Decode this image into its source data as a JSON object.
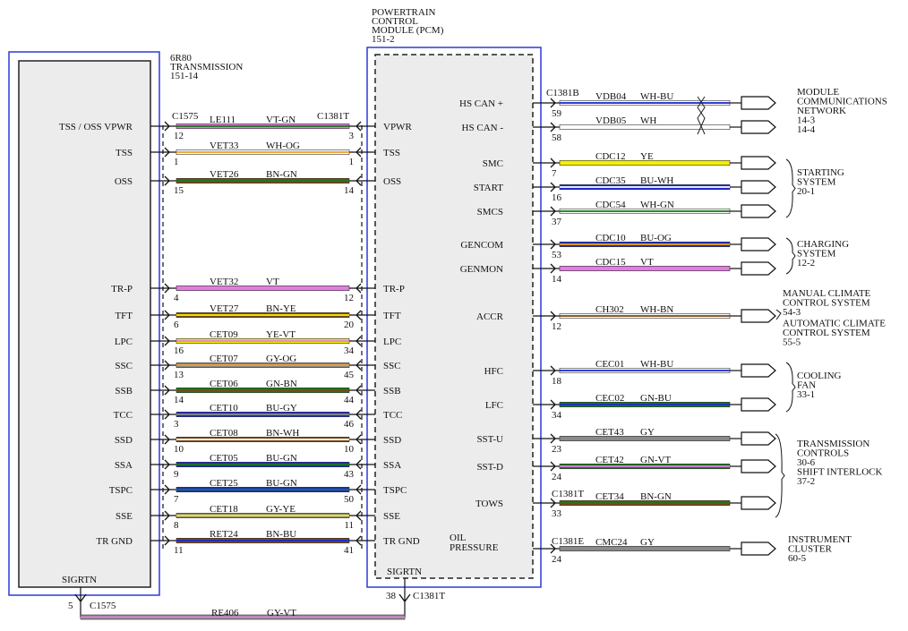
{
  "transmission": {
    "line1": "6R80",
    "line2": "TRANSMISSION",
    "line3": "151-14"
  },
  "pcm": {
    "line1": "POWERTRAIN",
    "line2": "CONTROL",
    "line3": "MODULE (PCM)",
    "line4": "151-2"
  },
  "connectors": {
    "left_top": "C1575",
    "right_top": "C1381T",
    "bottom_left_pin": "5",
    "bottom_left": "C1575",
    "bottom_right_pin": "38",
    "bottom_right": "C1381T",
    "hs_can": "C1381B",
    "tows": "C1381T",
    "oil": "C1381E"
  },
  "sigrtn": {
    "tcm_label": "SIGRTN",
    "pcm_label": "SIGRTN",
    "wire_code": "RE406",
    "wire_color": "GY-VT"
  },
  "colors": {
    "frame_blue": "#2b3bd8",
    "VT": "#e07fe0",
    "WH": "#ffffff",
    "OG": "#f0a020",
    "BN": "#7a4a1a",
    "GN": "#1a7a1a",
    "YE": "#f3f000",
    "GY": "#8a8a8a",
    "BU": "#1a2ad0",
    "BK": "#000000"
  },
  "left_circuits": [
    {
      "signal": "TSS / OSS VPWR",
      "circuit": "LE111",
      "color": "VT-GN",
      "pin_tcm": "12",
      "pin_pcm": "3",
      "pcm_signal": "VPWR",
      "main": "VT",
      "stripe": "GN"
    },
    {
      "signal": "TSS",
      "circuit": "VET33",
      "color": "WH-OG",
      "pin_tcm": "1",
      "pin_pcm": "1",
      "pcm_signal": "TSS",
      "main": "WH",
      "stripe": "OG"
    },
    {
      "signal": "OSS",
      "circuit": "VET26",
      "color": "BN-GN",
      "pin_tcm": "15",
      "pin_pcm": "14",
      "pcm_signal": "OSS",
      "main": "BN",
      "stripe": "GN"
    },
    {
      "signal": "TR-P",
      "circuit": "VET32",
      "color": "VT",
      "pin_tcm": "4",
      "pin_pcm": "12",
      "pcm_signal": "TR-P",
      "main": "VT",
      "stripe": ""
    },
    {
      "signal": "TFT",
      "circuit": "VET27",
      "color": "BN-YE",
      "pin_tcm": "6",
      "pin_pcm": "20",
      "pcm_signal": "TFT",
      "main": "BN",
      "stripe": "YE"
    },
    {
      "signal": "LPC",
      "circuit": "CET09",
      "color": "YE-VT",
      "pin_tcm": "16",
      "pin_pcm": "34",
      "pcm_signal": "LPC",
      "main": "YE",
      "stripe": "VT"
    },
    {
      "signal": "SSC",
      "circuit": "CET07",
      "color": "GY-OG",
      "pin_tcm": "13",
      "pin_pcm": "45",
      "pcm_signal": "SSC",
      "main": "GY",
      "stripe": "OG"
    },
    {
      "signal": "SSB",
      "circuit": "CET06",
      "color": "GN-BN",
      "pin_tcm": "14",
      "pin_pcm": "44",
      "pcm_signal": "SSB",
      "main": "GN",
      "stripe": "BN"
    },
    {
      "signal": "TCC",
      "circuit": "CET10",
      "color": "BU-GY",
      "pin_tcm": "3",
      "pin_pcm": "46",
      "pcm_signal": "TCC",
      "main": "BU",
      "stripe": "GY"
    },
    {
      "signal": "SSD",
      "circuit": "CET08",
      "color": "BN-WH",
      "pin_tcm": "10",
      "pin_pcm": "10",
      "pcm_signal": "SSD",
      "main": "BN",
      "stripe": "WH"
    },
    {
      "signal": "SSA",
      "circuit": "CET05",
      "color": "BU-GN",
      "pin_tcm": "9",
      "pin_pcm": "43",
      "pcm_signal": "SSA",
      "main": "BU",
      "stripe": "GN"
    },
    {
      "signal": "TSPC",
      "circuit": "CET25",
      "color": "BU-GN",
      "pin_tcm": "7",
      "pin_pcm": "50",
      "pcm_signal": "TSPC",
      "main": "BU",
      "stripe": "GN"
    },
    {
      "signal": "SSE",
      "circuit": "CET18",
      "color": "GY-YE",
      "pin_tcm": "8",
      "pin_pcm": "11",
      "pcm_signal": "SSE",
      "main": "GY",
      "stripe": "YE"
    },
    {
      "signal": "TR GND",
      "circuit": "RET24",
      "color": "BN-BU",
      "pin_tcm": "11",
      "pin_pcm": "41",
      "pcm_signal": "TR GND",
      "main": "BN",
      "stripe": "BU"
    }
  ],
  "right_circuits": [
    {
      "signal": "HS CAN +",
      "circuit": "VDB04",
      "color": "WH-BU",
      "pin": "59",
      "main": "WH",
      "stripe": "BU"
    },
    {
      "signal": "HS CAN -",
      "circuit": "VDB05",
      "color": "WH",
      "pin": "58",
      "main": "WH",
      "stripe": ""
    },
    {
      "signal": "SMC",
      "circuit": "CDC12",
      "color": "YE",
      "pin": "7",
      "main": "YE",
      "stripe": ""
    },
    {
      "signal": "START",
      "circuit": "CDC35",
      "color": "BU-WH",
      "pin": "16",
      "main": "BU",
      "stripe": "WH"
    },
    {
      "signal": "SMCS",
      "circuit": "CDC54",
      "color": "WH-GN",
      "pin": "37",
      "main": "WH",
      "stripe": "GN"
    },
    {
      "signal": "GENCOM",
      "circuit": "CDC10",
      "color": "BU-OG",
      "pin": "53",
      "main": "BU",
      "stripe": "OG"
    },
    {
      "signal": "GENMON",
      "circuit": "CDC15",
      "color": "VT",
      "pin": "14",
      "main": "VT",
      "stripe": ""
    },
    {
      "signal": "ACCR",
      "circuit": "CH302",
      "color": "WH-BN",
      "pin": "12",
      "main": "WH",
      "stripe": "BN"
    },
    {
      "signal": "HFC",
      "circuit": "CEC01",
      "color": "WH-BU",
      "pin": "18",
      "main": "WH",
      "stripe": "BU"
    },
    {
      "signal": "LFC",
      "circuit": "CEC02",
      "color": "GN-BU",
      "pin": "34",
      "main": "GN",
      "stripe": "BU"
    },
    {
      "signal": "SST-U",
      "circuit": "CET43",
      "color": "GY",
      "pin": "23",
      "main": "GY",
      "stripe": ""
    },
    {
      "signal": "SST-D",
      "circuit": "CET42",
      "color": "GN-VT",
      "pin": "24",
      "main": "GN",
      "stripe": "VT"
    },
    {
      "signal": "TOWS",
      "circuit": "CET34",
      "color": "BN-GN",
      "pin": "33",
      "main": "BN",
      "stripe": "GN"
    },
    {
      "signal": "OIL PRESSURE",
      "circuit": "CMC24",
      "color": "GY",
      "pin": "24",
      "main": "GY",
      "stripe": ""
    }
  ],
  "oil_pressure": {
    "line1": "OIL",
    "line2": "PRESSURE"
  },
  "destinations": [
    {
      "lines": [
        "MODULE",
        "COMMUNICATIONS",
        "NETWORK",
        "14-3",
        "14-4"
      ]
    },
    {
      "lines": [
        "STARTING",
        "SYSTEM",
        "20-1"
      ]
    },
    {
      "lines": [
        "CHARGING",
        "SYSTEM",
        "12-2"
      ]
    },
    {
      "lines": [
        "MANUAL CLIMATE",
        "CONTROL SYSTEM",
        "54-3",
        "AUTOMATIC CLIMATE",
        "CONTROL SYSTEM",
        "55-5"
      ]
    },
    {
      "lines": [
        "COOLING",
        "FAN",
        "33-1"
      ]
    },
    {
      "lines": [
        "TRANSMISSION",
        "CONTROLS",
        "30-6",
        "SHIFT INTERLOCK",
        "37-2"
      ]
    },
    {
      "lines": [
        "INSTRUMENT",
        "CLUSTER",
        "60-5"
      ]
    }
  ]
}
